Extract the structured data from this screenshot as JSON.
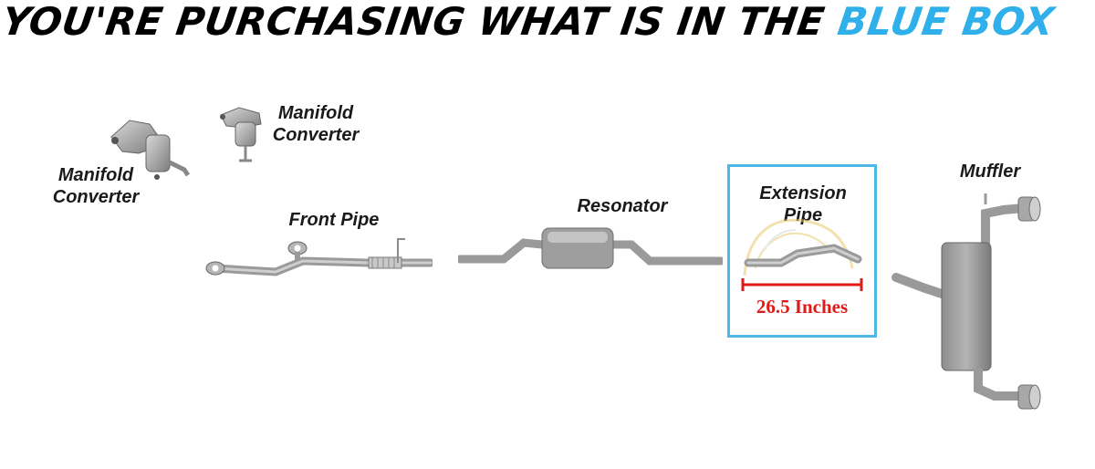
{
  "headline": {
    "main": "YOU'RE PURCHASING WHAT IS IN THE",
    "accent": "BLUE BOX"
  },
  "colors": {
    "accent_blue": "#2fb0ea",
    "box_border": "#4eb7e6",
    "measure_red": "#e01919",
    "pipe_gray": "#9a9a9a"
  },
  "parts": {
    "manifold_converter_left": {
      "line1": "Manifold",
      "line2": "Converter"
    },
    "manifold_converter_right": {
      "line1": "Manifold",
      "line2": "Converter"
    },
    "front_pipe": "Front Pipe",
    "resonator": "Resonator",
    "extension_pipe": {
      "line1": "Extension",
      "line2": "Pipe"
    },
    "muffler": "Muffler"
  },
  "measurement": "26.5 Inches"
}
